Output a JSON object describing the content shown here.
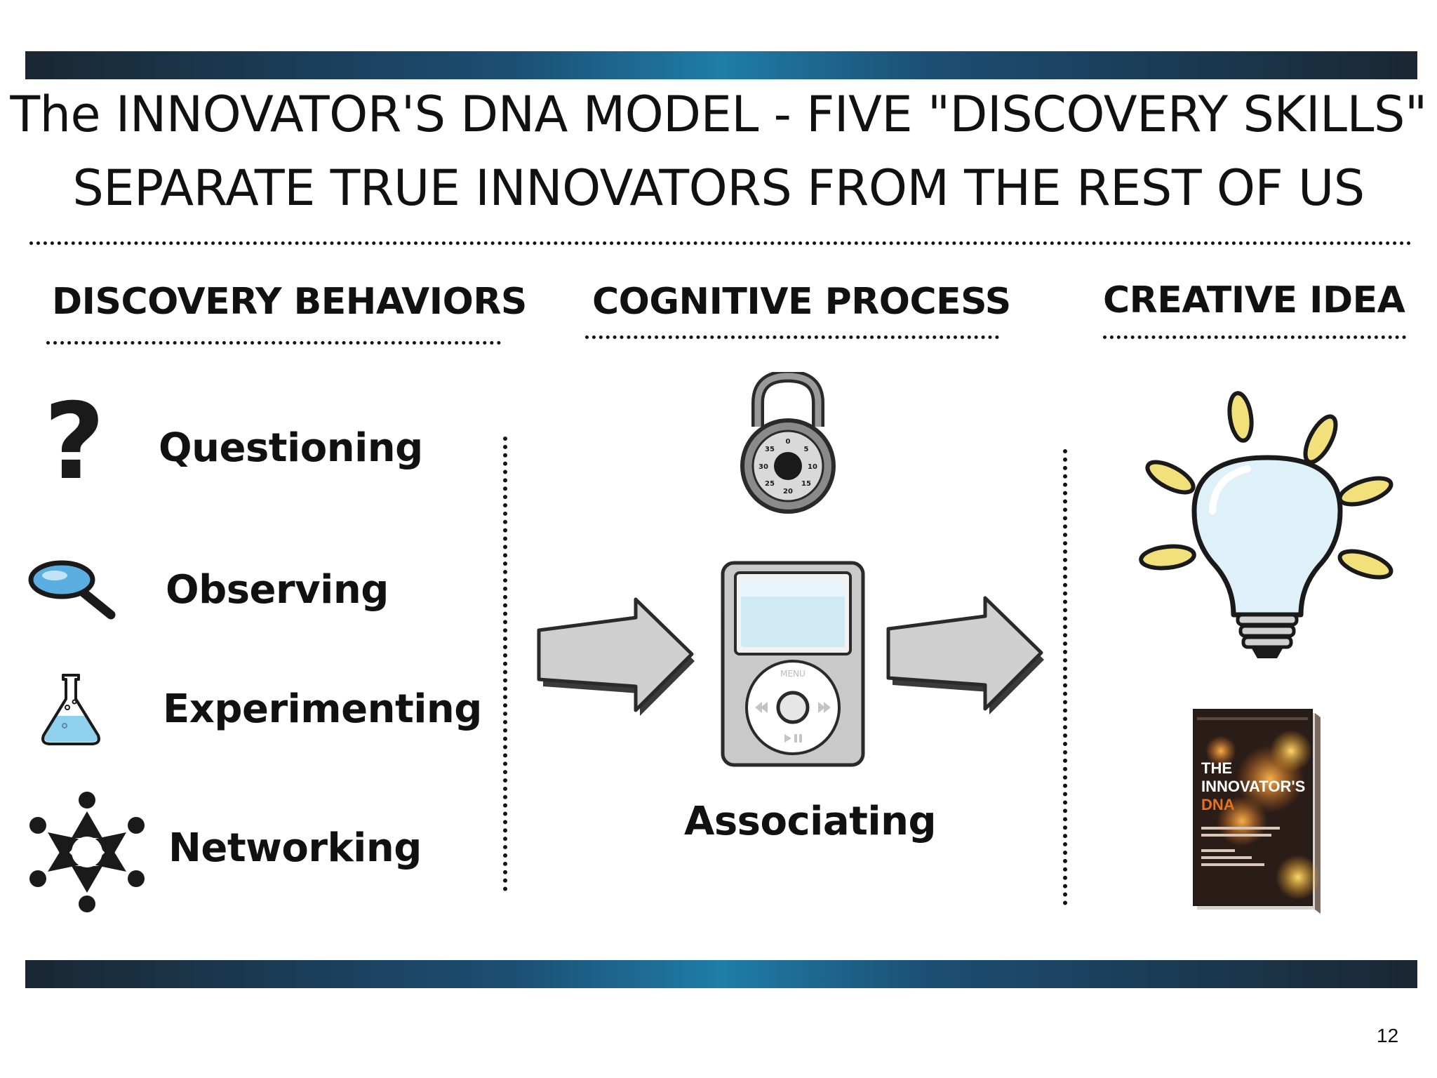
{
  "slide": {
    "title_line_1": "The INNOVATOR'S DNA MODEL - FIVE \"DISCOVERY SKILLS\"",
    "title_line_2": "SEPARATE TRUE INNOVATORS FROM THE REST OF US",
    "page_number": "12"
  },
  "columns": {
    "discovery": "DISCOVERY BEHAVIORS",
    "cognitive": "COGNITIVE PROCESS",
    "creative": "CREATIVE IDEA"
  },
  "behaviors": [
    {
      "label": "Questioning",
      "icon": "question-mark-icon"
    },
    {
      "label": "Observing",
      "icon": "magnifying-glass-icon"
    },
    {
      "label": "Experimenting",
      "icon": "flask-icon"
    },
    {
      "label": "Networking",
      "icon": "people-network-icon"
    }
  ],
  "process": {
    "label": "Associating",
    "icons": [
      "combination-lock-icon",
      "ipod-icon"
    ],
    "lock_numbers": [
      "0",
      "5",
      "10",
      "15",
      "20",
      "25",
      "30",
      "35"
    ],
    "ipod_menu": "MENU"
  },
  "creative": {
    "icons": [
      "light-bulb-icon",
      "book-cover-icon"
    ],
    "book_title": [
      "THE",
      "INNOVATOR'S",
      "DNA"
    ]
  },
  "colors": {
    "bar_dark": "#1a2733",
    "bar_accent": "#1f7da6",
    "bulb_fill": "#dff1f8",
    "ray_fill": "#f2e07a",
    "flask_liquid": "#8fd0ee",
    "lens": "#5aaee0",
    "book_dark": "#2a1d18",
    "book_orange": "#e8731e"
  }
}
